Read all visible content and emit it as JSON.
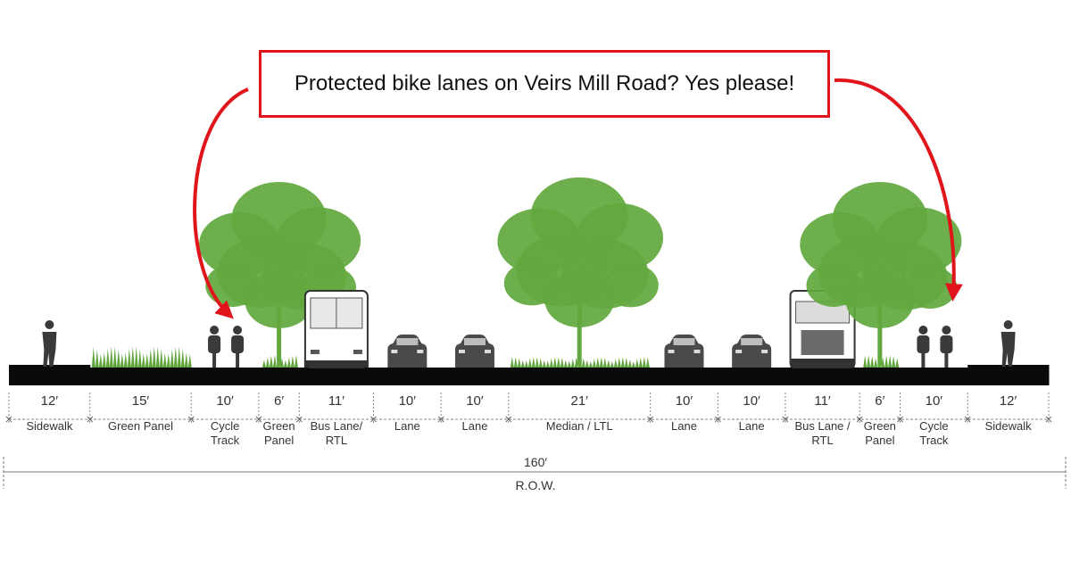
{
  "callout": {
    "text": "Protected bike lanes on Veirs Mill Road? Yes please!",
    "border_color": "#e0141b"
  },
  "colors": {
    "arrow": "#e0141b",
    "tree": "#62a83e",
    "grass": "#5fa53c",
    "ground": "#0a0a0a",
    "vehicle": "#4a4a4a",
    "person": "#3a3a3a",
    "dim_line": "#888888"
  },
  "segments": [
    {
      "width": "12′",
      "name": [
        "Sidewalk"
      ],
      "feet": 12,
      "kind": "sidewalk"
    },
    {
      "width": "15′",
      "name": [
        "Green Panel"
      ],
      "feet": 15,
      "kind": "green"
    },
    {
      "width": "10′",
      "name": [
        "Cycle",
        "Track"
      ],
      "feet": 10,
      "kind": "cycle"
    },
    {
      "width": "6′",
      "name": [
        "Green",
        "Panel"
      ],
      "feet": 6,
      "kind": "green-tree"
    },
    {
      "width": "11′",
      "name": [
        "Bus Lane/",
        "RTL"
      ],
      "feet": 11,
      "kind": "bus"
    },
    {
      "width": "10′",
      "name": [
        "Lane"
      ],
      "feet": 10,
      "kind": "car"
    },
    {
      "width": "10′",
      "name": [
        "Lane"
      ],
      "feet": 10,
      "kind": "car"
    },
    {
      "width": "21′",
      "name": [
        "Median / LTL"
      ],
      "feet": 21,
      "kind": "median"
    },
    {
      "width": "10′",
      "name": [
        "Lane"
      ],
      "feet": 10,
      "kind": "car"
    },
    {
      "width": "10′",
      "name": [
        "Lane"
      ],
      "feet": 10,
      "kind": "car"
    },
    {
      "width": "11′",
      "name": [
        "Bus Lane /",
        "RTL"
      ],
      "feet": 11,
      "kind": "truck"
    },
    {
      "width": "6′",
      "name": [
        "Green",
        "Panel"
      ],
      "feet": 6,
      "kind": "green-tree"
    },
    {
      "width": "10′",
      "name": [
        "Cycle",
        "Track"
      ],
      "feet": 10,
      "kind": "cycle"
    },
    {
      "width": "12′",
      "name": [
        "Sidewalk"
      ],
      "feet": 12,
      "kind": "sidewalk"
    }
  ],
  "total": {
    "width": "160′",
    "label": "R.O.W."
  }
}
